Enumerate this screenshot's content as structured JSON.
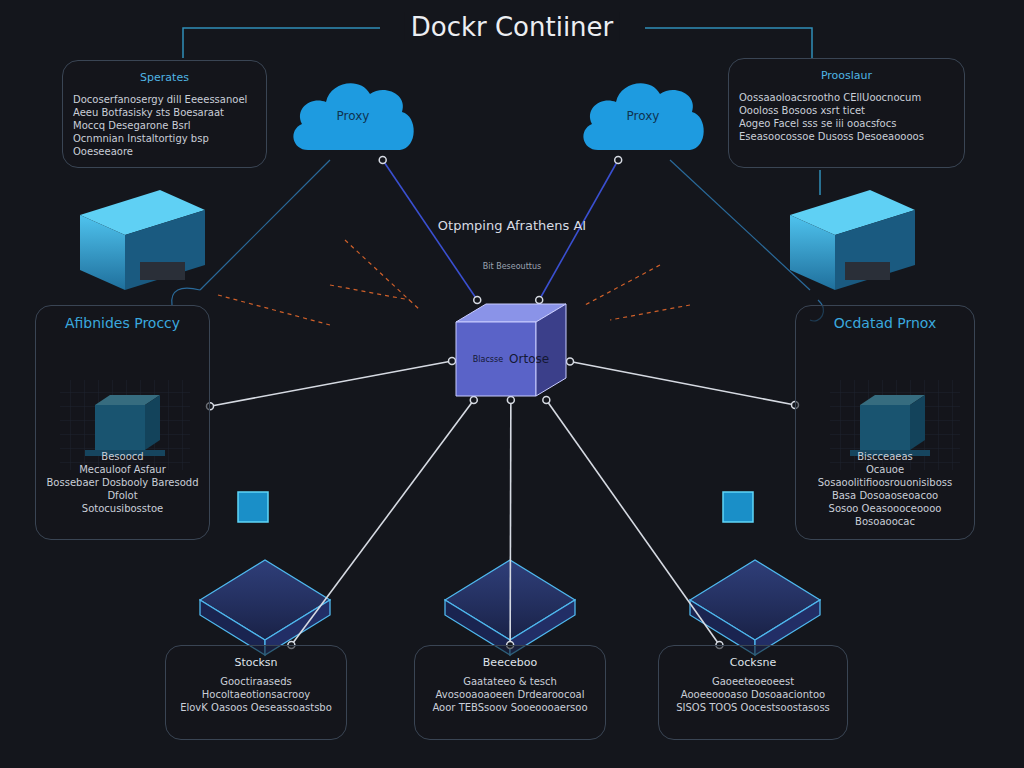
{
  "diagram": {
    "title": "Dockr Contiiner",
    "nodes": [
      {
        "text": [
          "Sperates",
          "Docoserfanosergy dill Eeeessanoel",
          "Aeeu Botfasisky sts Boesaraat",
          "Moccq Desegarone Bsrl",
          "Ocnmnian Instaltortigy bsp Ooeseeaore"
        ]
      },
      {
        "text": [
          "Proxy"
        ]
      },
      {
        "text": [
          "Proxy"
        ]
      },
      {
        "text": [
          "Prooslaur",
          "Oossaaoloacsrootho CEllUoocnocum",
          "Oooloss Bosoos xsrt ticet",
          "Aogeo Facel sss se iii ooacsfocs",
          "Eseasoocossoe Dusoss Desoeaoooos"
        ]
      },
      {
        "text": [
          "Afibnides Proccy",
          "Besoocd",
          "Mecauloof Asfaur",
          "Bossebaer Dosbooly Baresodd Dfolot",
          "Sotocusibosstoe"
        ]
      },
      {
        "text": [
          "Blacsse",
          "Ortose"
        ]
      },
      {
        "text": [
          "Ocdatad Prnox",
          "Biscceaeas",
          "Ocauoe Sosaoolitifioosrouonisiboss",
          "Basa Dosoaoseoacoo",
          "Sosoo Oeasoooceoooo Bosoaoocac"
        ]
      },
      {
        "text": [
          "Stocksn",
          "Gooctiraaseds",
          "Hocoltaeotionsacrooy",
          "ElovK Oasoos Oeseassoastsbo"
        ]
      },
      {
        "text": [
          "Beeceboo",
          "Gaatateeo & tesch",
          "Avosooaoaoeen Drdearoocoal",
          "Aoor TEBSsoov Sooeoooaersoo"
        ]
      },
      {
        "text": [
          "Cocksne",
          "Gaoeeteoeoeest",
          "Aooeeoooaso Dosoaaciontoo",
          "SISOS TOOS Oocestsoostasoss"
        ]
      }
    ],
    "edges": [
      {
        "from": 1,
        "to": 5,
        "arrow": "none"
      },
      {
        "from": 2,
        "to": 5,
        "arrow": "none"
      },
      {
        "from": 4,
        "to": 5,
        "arrow": "none"
      },
      {
        "from": 6,
        "to": 5,
        "arrow": "none"
      },
      {
        "from": 7,
        "to": 5,
        "arrow": "none"
      },
      {
        "from": 8,
        "to": 5,
        "arrow": "none"
      },
      {
        "from": 9,
        "to": 5,
        "arrow": "none"
      }
    ],
    "labels": [
      "Otpmping Afrathens AI",
      "Bit Beseouttus"
    ]
  }
}
